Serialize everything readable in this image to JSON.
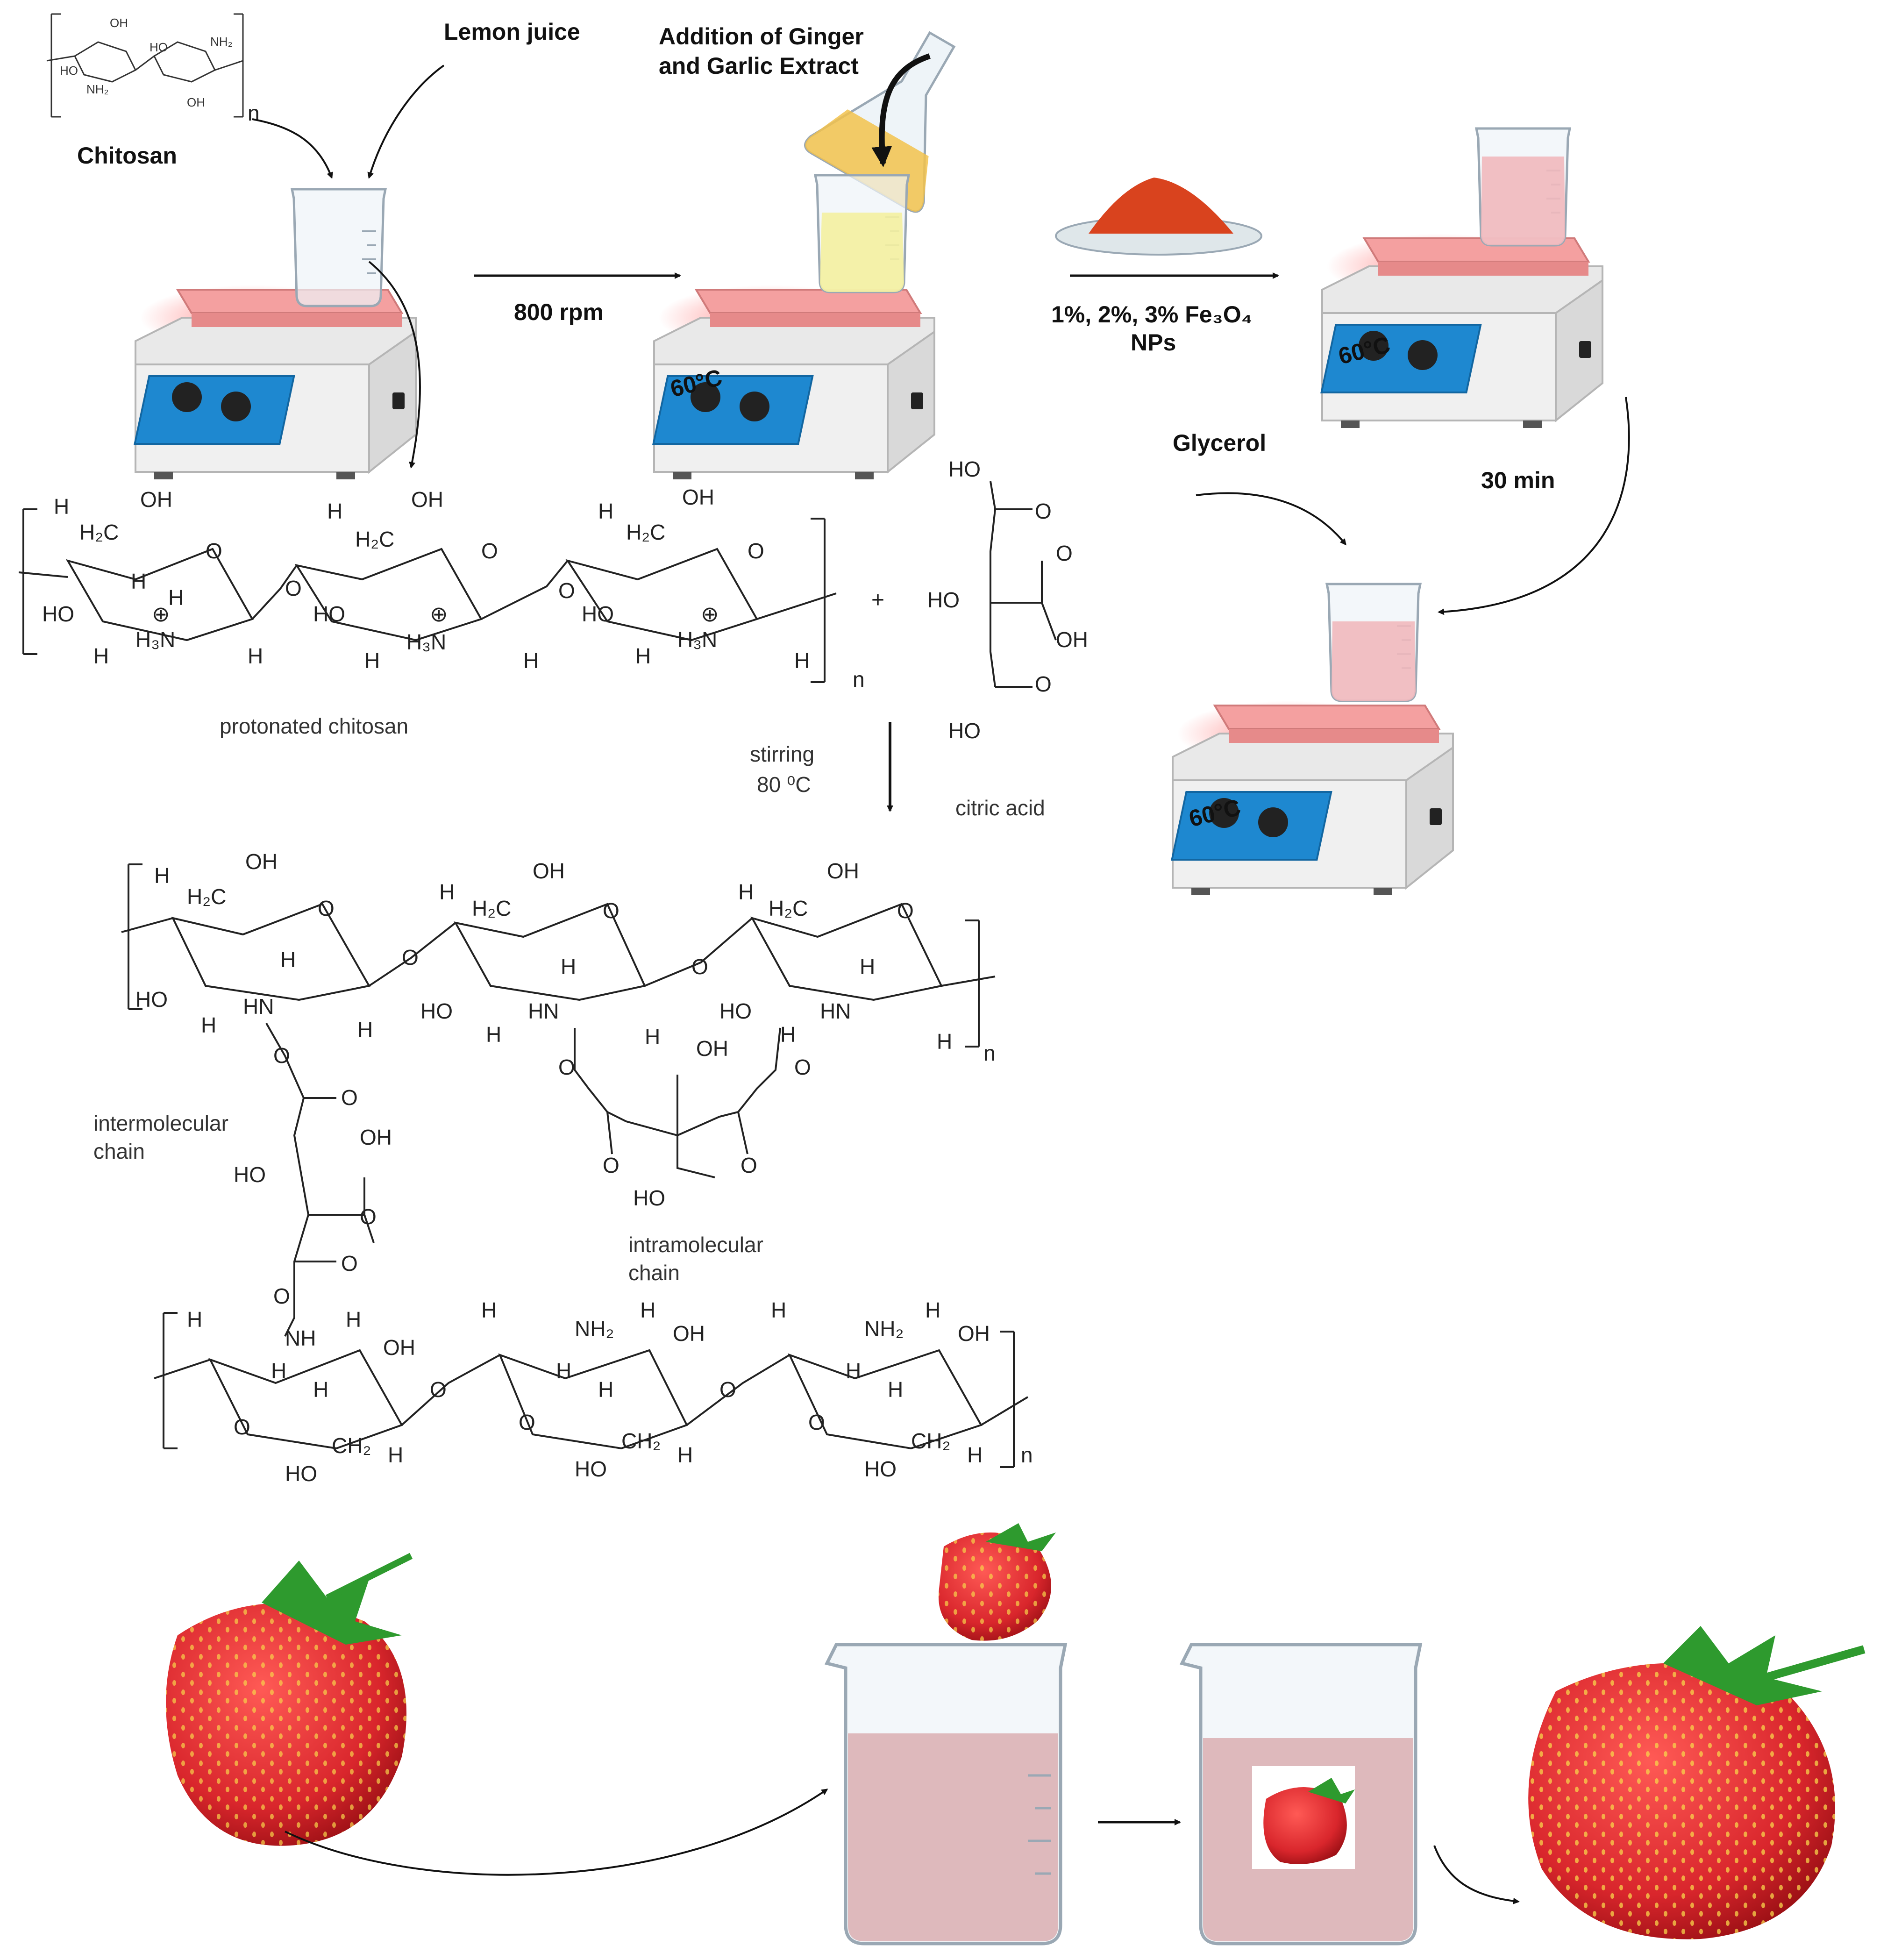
{
  "labels": {
    "lemon_juice": "Lemon juice",
    "chitosan": "Chitosan",
    "addition_line1": "Addition of Ginger",
    "addition_line2": "and Garlic Extract",
    "rpm": "800 rpm",
    "np_line1": "1%, 2%, 3% Fe₃O₄",
    "np_line2": "NPs",
    "glycerol": "Glycerol",
    "time": "30 min",
    "temp": "60°C",
    "protonated": "protonated chitosan",
    "stirring_line1": "stirring",
    "stirring_line2": "80 ⁰C",
    "citric_acid": "citric acid",
    "intermolecular_line1": "intermolecular",
    "intermolecular_line2": "chain",
    "intramolecular_line1": "intramolecular",
    "intramolecular_line2": "chain",
    "plus": "+",
    "n": "n"
  },
  "chem": {
    "oh": "OH",
    "ho": "HO",
    "h": "H",
    "o": "O",
    "nh2": "NH₂",
    "h2c": "H₂C",
    "ch2": "CH₂",
    "h3n": "H₃N",
    "hn": "HN",
    "nh": "NH",
    "oplus": "⊕"
  },
  "colors": {
    "stirrer_body": "#e8e8e8",
    "stirrer_panel": "#1e88d0",
    "hot_plate": "#f4a0a0",
    "hot_glow": "#ff5a5a",
    "liquid_yellow": "#f4f0a0",
    "liquid_pink": "#f1b8bd",
    "coating": "#d9aeb0",
    "strawberry": "#d9262c",
    "leaf": "#2e9a2e",
    "powder": "#d9431e",
    "flask_liquid": "#f2c24c"
  }
}
